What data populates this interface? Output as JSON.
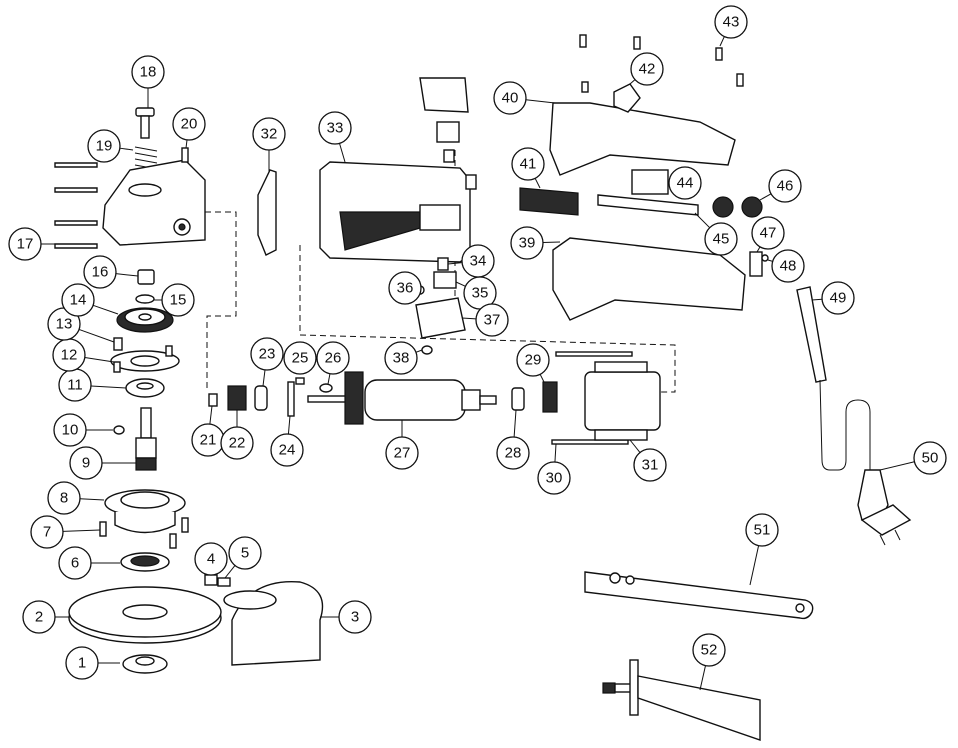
{
  "callouts": [
    {
      "id": "1",
      "label": "1"
    },
    {
      "id": "2",
      "label": "2"
    },
    {
      "id": "3",
      "label": "3"
    },
    {
      "id": "4",
      "label": "4"
    },
    {
      "id": "5",
      "label": "5"
    },
    {
      "id": "6",
      "label": "6"
    },
    {
      "id": "7",
      "label": "7"
    },
    {
      "id": "8",
      "label": "8"
    },
    {
      "id": "9",
      "label": "9"
    },
    {
      "id": "10",
      "label": "10"
    },
    {
      "id": "11",
      "label": "11"
    },
    {
      "id": "12",
      "label": "12"
    },
    {
      "id": "13",
      "label": "13"
    },
    {
      "id": "14",
      "label": "14"
    },
    {
      "id": "15",
      "label": "15"
    },
    {
      "id": "16",
      "label": "16"
    },
    {
      "id": "17",
      "label": "17"
    },
    {
      "id": "18",
      "label": "18"
    },
    {
      "id": "19",
      "label": "19"
    },
    {
      "id": "20",
      "label": "20"
    },
    {
      "id": "21",
      "label": "21"
    },
    {
      "id": "22",
      "label": "22"
    },
    {
      "id": "23",
      "label": "23"
    },
    {
      "id": "24",
      "label": "24"
    },
    {
      "id": "25",
      "label": "25"
    },
    {
      "id": "26",
      "label": "26"
    },
    {
      "id": "27",
      "label": "27"
    },
    {
      "id": "28",
      "label": "28"
    },
    {
      "id": "29",
      "label": "29"
    },
    {
      "id": "30",
      "label": "30"
    },
    {
      "id": "31",
      "label": "31"
    },
    {
      "id": "32",
      "label": "32"
    },
    {
      "id": "33",
      "label": "33"
    },
    {
      "id": "34",
      "label": "34"
    },
    {
      "id": "35",
      "label": "35"
    },
    {
      "id": "36",
      "label": "36"
    },
    {
      "id": "37",
      "label": "37"
    },
    {
      "id": "38",
      "label": "38"
    },
    {
      "id": "39",
      "label": "39"
    },
    {
      "id": "40",
      "label": "40"
    },
    {
      "id": "41",
      "label": "41"
    },
    {
      "id": "42",
      "label": "42"
    },
    {
      "id": "43",
      "label": "43"
    },
    {
      "id": "44",
      "label": "44"
    },
    {
      "id": "45",
      "label": "45"
    },
    {
      "id": "46",
      "label": "46"
    },
    {
      "id": "47",
      "label": "47"
    },
    {
      "id": "48",
      "label": "48"
    },
    {
      "id": "49",
      "label": "49"
    },
    {
      "id": "50",
      "label": "50"
    },
    {
      "id": "51",
      "label": "51"
    },
    {
      "id": "52",
      "label": "52"
    }
  ]
}
